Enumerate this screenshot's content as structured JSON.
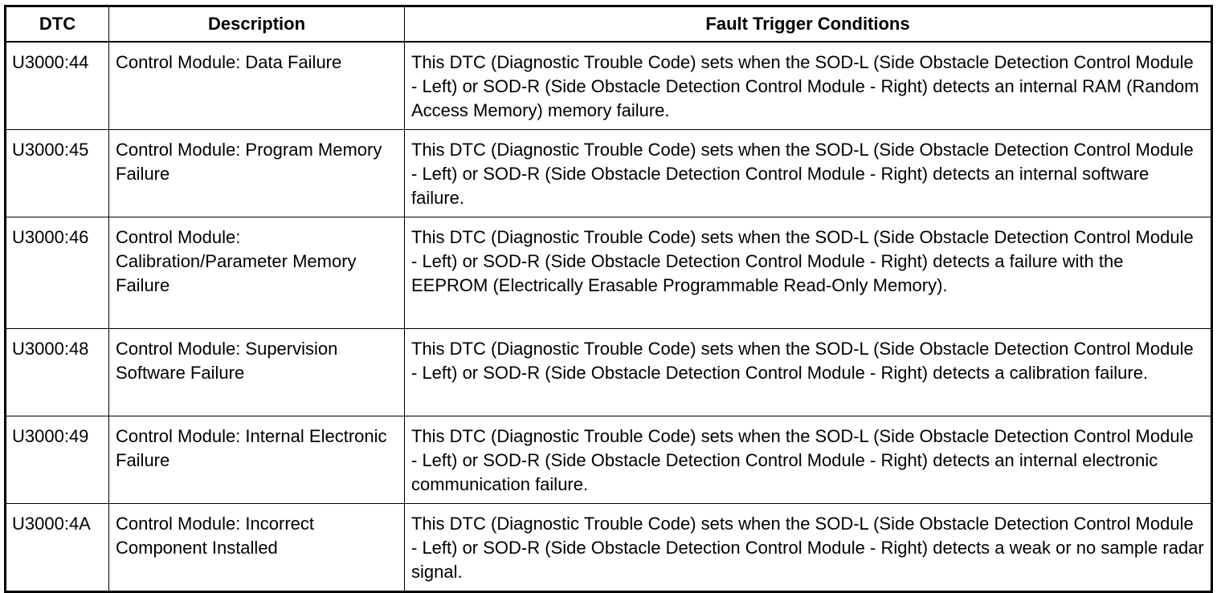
{
  "table": {
    "headers": {
      "dtc": "DTC",
      "description": "Description",
      "conditions": "Fault Trigger Conditions"
    },
    "rows": [
      {
        "dtc": "U3000:44",
        "description": "Control Module: Data Failure",
        "conditions": "This DTC (Diagnostic Trouble Code) sets when the SOD-L (Side Obstacle Detection Control Module - Left) or SOD-R (Side Obstacle Detection Control Module - Right) detects an internal RAM (Random Access Memory) memory failure."
      },
      {
        "dtc": "U3000:45",
        "description": "Control Module: Program Memory Failure",
        "conditions": "This DTC (Diagnostic Trouble Code) sets when the SOD-L (Side Obstacle Detection Control Module - Left) or SOD-R (Side Obstacle Detection Control Module - Right) detects an internal software failure."
      },
      {
        "dtc": "U3000:46",
        "description": "Control Module: Calibration/Parameter Memory Failure",
        "conditions": "This DTC (Diagnostic Trouble Code) sets when the SOD-L (Side Obstacle Detection Control Module - Left) or SOD-R (Side Obstacle Detection Control Module - Right) detects a failure with the EEPROM (Electrically Erasable Programmable Read-Only Memory)."
      },
      {
        "dtc": "U3000:48",
        "description": "Control Module: Supervision Software Failure",
        "conditions": "This DTC (Diagnostic Trouble Code) sets when the SOD-L (Side Obstacle Detection Control Module - Left) or SOD-R (Side Obstacle Detection Control Module - Right) detects a calibration failure."
      },
      {
        "dtc": "U3000:49",
        "description": "Control Module: Internal Electronic Failure",
        "conditions": "This DTC (Diagnostic Trouble Code) sets when the SOD-L (Side Obstacle Detection Control Module - Left) or SOD-R (Side Obstacle Detection Control Module - Right) detects an internal electronic communication failure."
      },
      {
        "dtc": "U3000:4A",
        "description": "Control Module: Incorrect Component Installed",
        "conditions": "This DTC (Diagnostic Trouble Code) sets when the SOD-L (Side Obstacle Detection Control Module - Left) or SOD-R (Side Obstacle Detection Control Module - Right) detects a weak or no sample radar signal."
      }
    ]
  }
}
